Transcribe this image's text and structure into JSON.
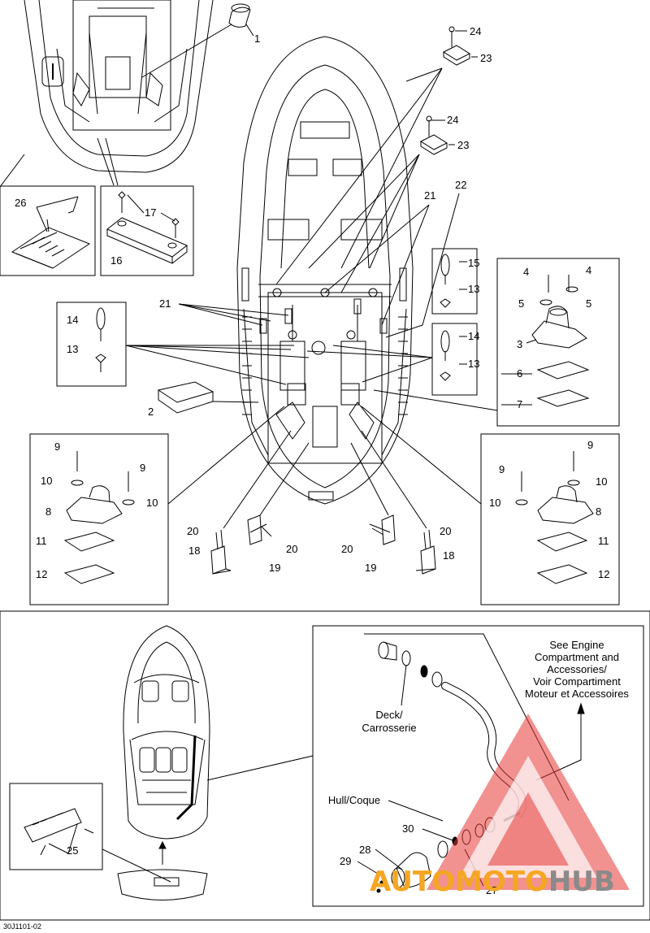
{
  "diagram": {
    "code": "30J1101-02",
    "callouts": [
      "1",
      "2",
      "3",
      "4",
      "5",
      "6",
      "7",
      "8",
      "9",
      "10",
      "11",
      "12",
      "13",
      "14",
      "15",
      "16",
      "17",
      "18",
      "19",
      "20",
      "21",
      "22",
      "23",
      "24",
      "25",
      "26",
      "27",
      "28",
      "29",
      "30"
    ],
    "labels": {
      "engine_ref_1": "See Engine",
      "engine_ref_2": "Compartment and",
      "engine_ref_3": "Accessories/",
      "engine_ref_4": "Voir Compartiment",
      "engine_ref_5": "Moteur et Accessoires",
      "deck_1": "Deck/",
      "deck_2": "Carrosserie",
      "hull": "Hull/Coque"
    }
  },
  "watermark": {
    "part1": "AUTOMOTO",
    "part2": "HUB",
    "colors": {
      "triangle": "#e53935",
      "auto": "#f5a623",
      "hub": "#8a8a8a"
    }
  }
}
